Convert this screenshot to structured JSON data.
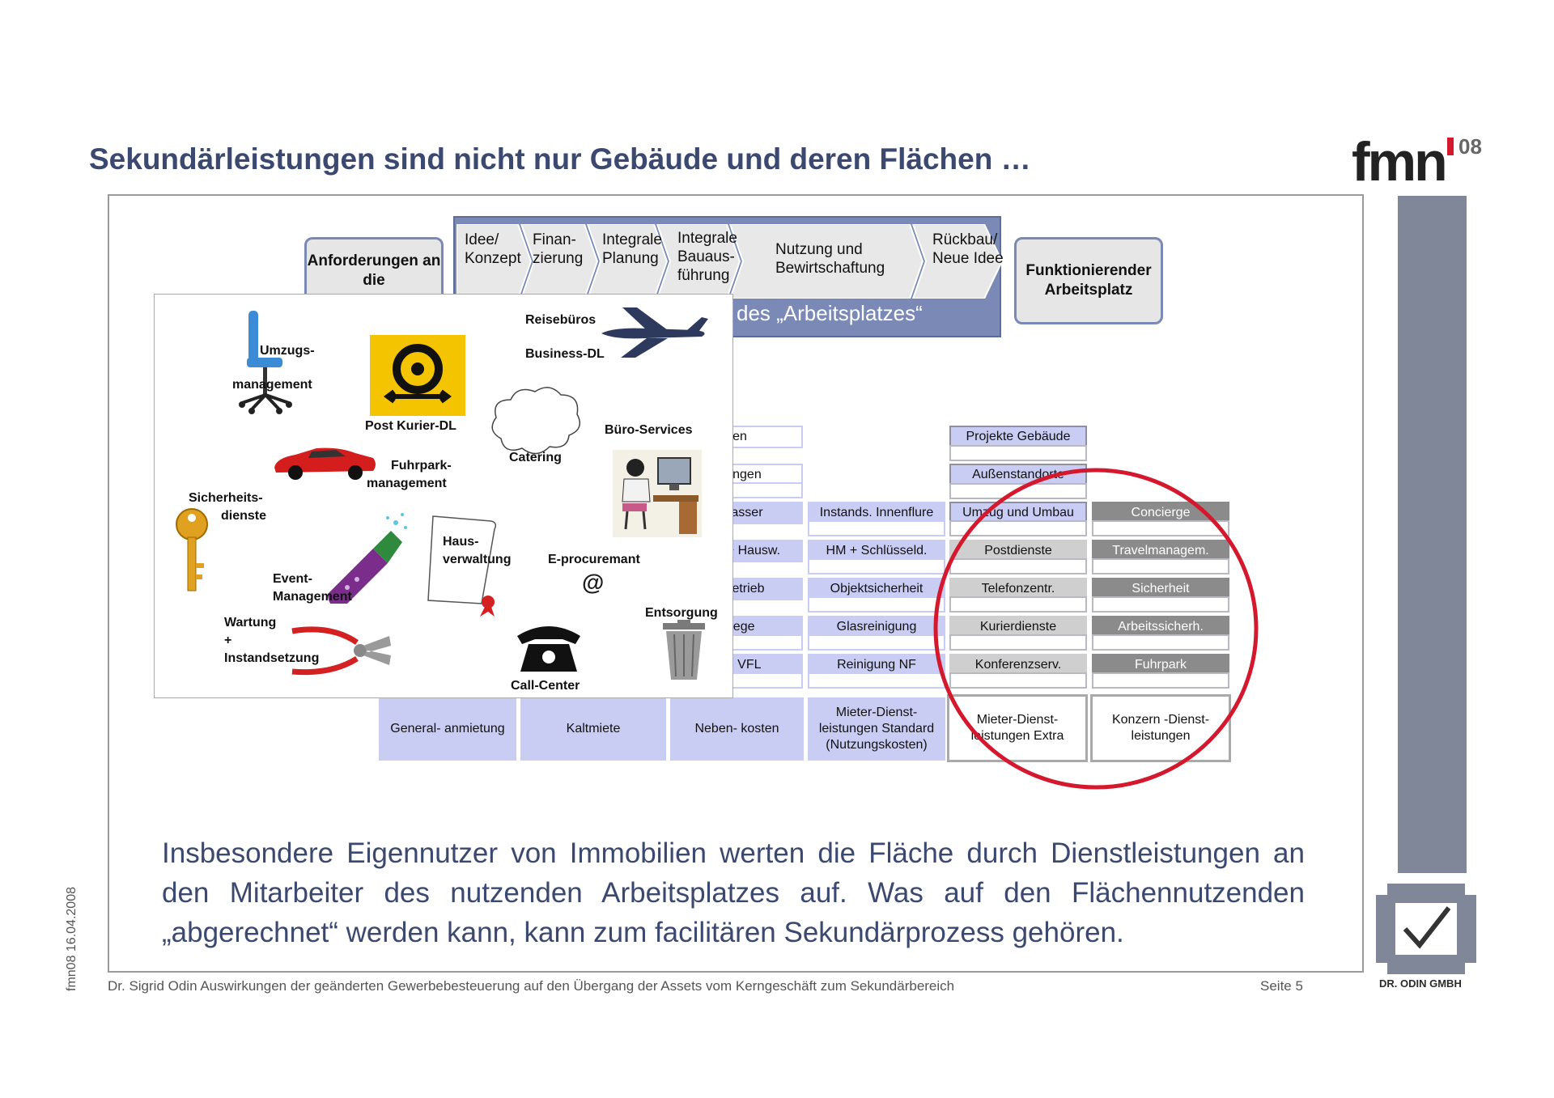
{
  "header": {
    "title": "Sekundärleistungen sind nicht nur Gebäude und deren Flächen …",
    "logo_text": "fmn",
    "logo_sup": "08"
  },
  "colors": {
    "title": "#3b4870",
    "accent_red": "#d4182d",
    "phase_blue": "#7a89b5",
    "cell_blue": "#c9cdf4",
    "sidebar_gray": "#7f8799"
  },
  "diagram": {
    "left_box": "Anforderungen an die",
    "right_box": "Funktionierender Arbeitsplatz",
    "phase_subtitle": "des „Arbeitsplatzes“",
    "phases": [
      {
        "line1": "Idee/",
        "line2": "Konzept",
        "line3": ""
      },
      {
        "line1": "Finan-",
        "line2": "zierung",
        "line3": ""
      },
      {
        "line1": "Integrale",
        "line2": "Planung",
        "line3": ""
      },
      {
        "line1": "Integrale",
        "line2": "Bauaus-",
        "line3": "führung"
      },
      {
        "line1": "Nutzung und",
        "line2": "Bewirtschaftung",
        "line3": ""
      },
      {
        "line1": "Rückbau/",
        "line2": "Neue Idee",
        "line3": ""
      }
    ],
    "col3": [
      "ühren",
      "erungen",
      ", Wasser",
      "g. + Hausw.",
      "+ Betrieb",
      "npflege",
      "ung VFL"
    ],
    "col4": [
      "Instands. Innenflure",
      "HM + Schlüsseld.",
      "Objektsicherheit",
      "Glasreinigung",
      "Reinigung NF"
    ],
    "col5": [
      "Projekte Gebäude",
      "Außenstandorte",
      "Umzug und Umbau",
      "Postdienste",
      "Telefonzentr.",
      "Kurierdienste",
      "Konferenzserv."
    ],
    "col6": [
      "Concierge",
      "Travelmanagem.",
      "Sicherheit",
      "Arbeitssicherh.",
      "Fuhrpark"
    ],
    "bottom": {
      "c1": "General- anmietung",
      "c2": "Kaltmiete",
      "c3": "Neben- kosten",
      "c4": "Mieter-Dienst- leistungen Standard (Nutzungskosten)",
      "c5": "Mieter-Dienst- leistungen Extra",
      "c6": "Konzern -Dienst- leistungen"
    }
  },
  "collage": {
    "umzug": "Umzugs-",
    "umzug2": "management",
    "post": "Post Kurier-DL",
    "reise": "Reisebüros",
    "business": "Business-DL",
    "fuhrpark": "Fuhrpark-",
    "fuhrpark2": "management",
    "catering": "Catering",
    "buero": "Büro-Services",
    "sicherheit": "Sicherheits-",
    "sicherheit2": "dienste",
    "haus": "Haus-",
    "haus2": "verwaltung",
    "eproc": "E-procuremant",
    "at": "@",
    "event": "Event-",
    "event2": "Management",
    "entsorgung": "Entsorgung",
    "wartung": "Wartung",
    "plus": "+",
    "wartung2": "Instandsetzung",
    "callcenter": "Call-Center"
  },
  "body_text": "Insbesondere Eigennutzer von Immobilien werten die Fläche durch Dienstleistungen an den Mitarbeiter des nutzenden Arbeitsplatzes auf. Was auf den Flächennutzenden „abgerechnet“ werden kann, kann zum facilitären Sekundärprozess gehören.",
  "footer": {
    "text": "Dr. Sigrid Odin Auswirkungen der geänderten Gewerbebesteuerung auf den Übergang der Assets vom Kerngeschäft zum Sekundärbereich",
    "page": "Seite 5",
    "vertical": "fmn08 16.04.2008",
    "company": "DR. ODIN GMBH"
  }
}
